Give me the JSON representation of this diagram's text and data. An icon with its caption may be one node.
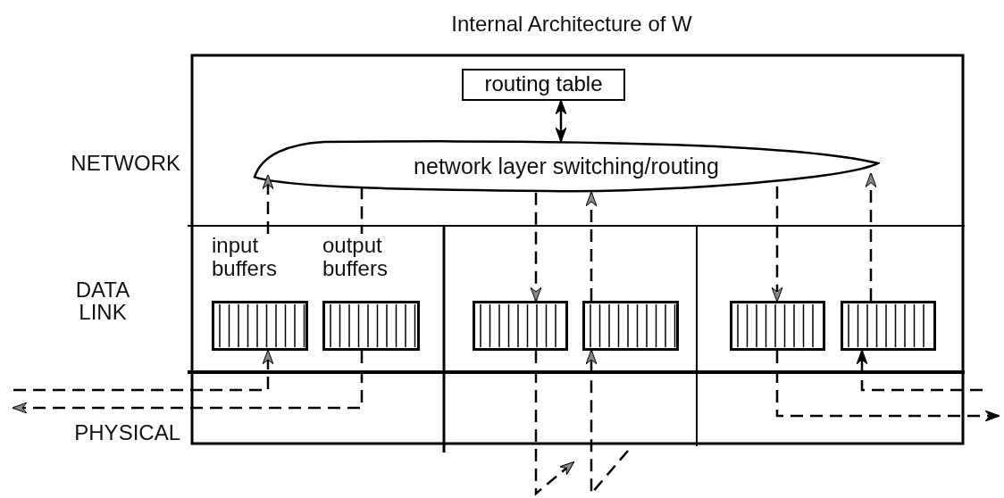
{
  "diagram": {
    "title": "Internal Architecture of W",
    "nodes": [
      {
        "text": [
          "routing table"
        ]
      },
      {
        "text": [
          "network layer switching/routing"
        ]
      },
      {
        "text": [
          "input buffers"
        ]
      },
      {
        "text": [
          "output buffers"
        ]
      },
      {
        "text": [],
        "shape": "box"
      },
      {
        "text": [],
        "shape": "box"
      },
      {
        "text": [],
        "shape": "box"
      },
      {
        "text": [],
        "shape": "box"
      }
    ],
    "edges": [
      {
        "from": 0,
        "to": 1,
        "arrow": "both"
      },
      {
        "from": null,
        "to": 2,
        "arrow": "to",
        "style": "dashed"
      },
      {
        "from": 2,
        "to": 1,
        "arrow": "to",
        "style": "dashed"
      },
      {
        "from": 1,
        "to": 3,
        "arrow": "none",
        "style": "dashed"
      },
      {
        "from": 3,
        "to": null,
        "arrow": "to",
        "style": "dashed"
      },
      {
        "from": 1,
        "to": 4,
        "arrow": "to",
        "style": "dashed"
      },
      {
        "from": 4,
        "to": null,
        "arrow": "to",
        "style": "dashed"
      },
      {
        "from": null,
        "to": 5,
        "arrow": "to",
        "style": "dashed"
      },
      {
        "from": 5,
        "to": 1,
        "arrow": "to",
        "style": "dashed"
      },
      {
        "from": 1,
        "to": 6,
        "arrow": "to",
        "style": "dashed"
      },
      {
        "from": 6,
        "to": null,
        "arrow": "to",
        "style": "dashed"
      },
      {
        "from": null,
        "to": 7,
        "arrow": "to",
        "style": "dashed"
      },
      {
        "from": 7,
        "to": 1,
        "arrow": "to",
        "style": "dashed"
      }
    ],
    "labels": [
      "NETWORK",
      "DATA LINK",
      "PHYSICAL"
    ]
  }
}
